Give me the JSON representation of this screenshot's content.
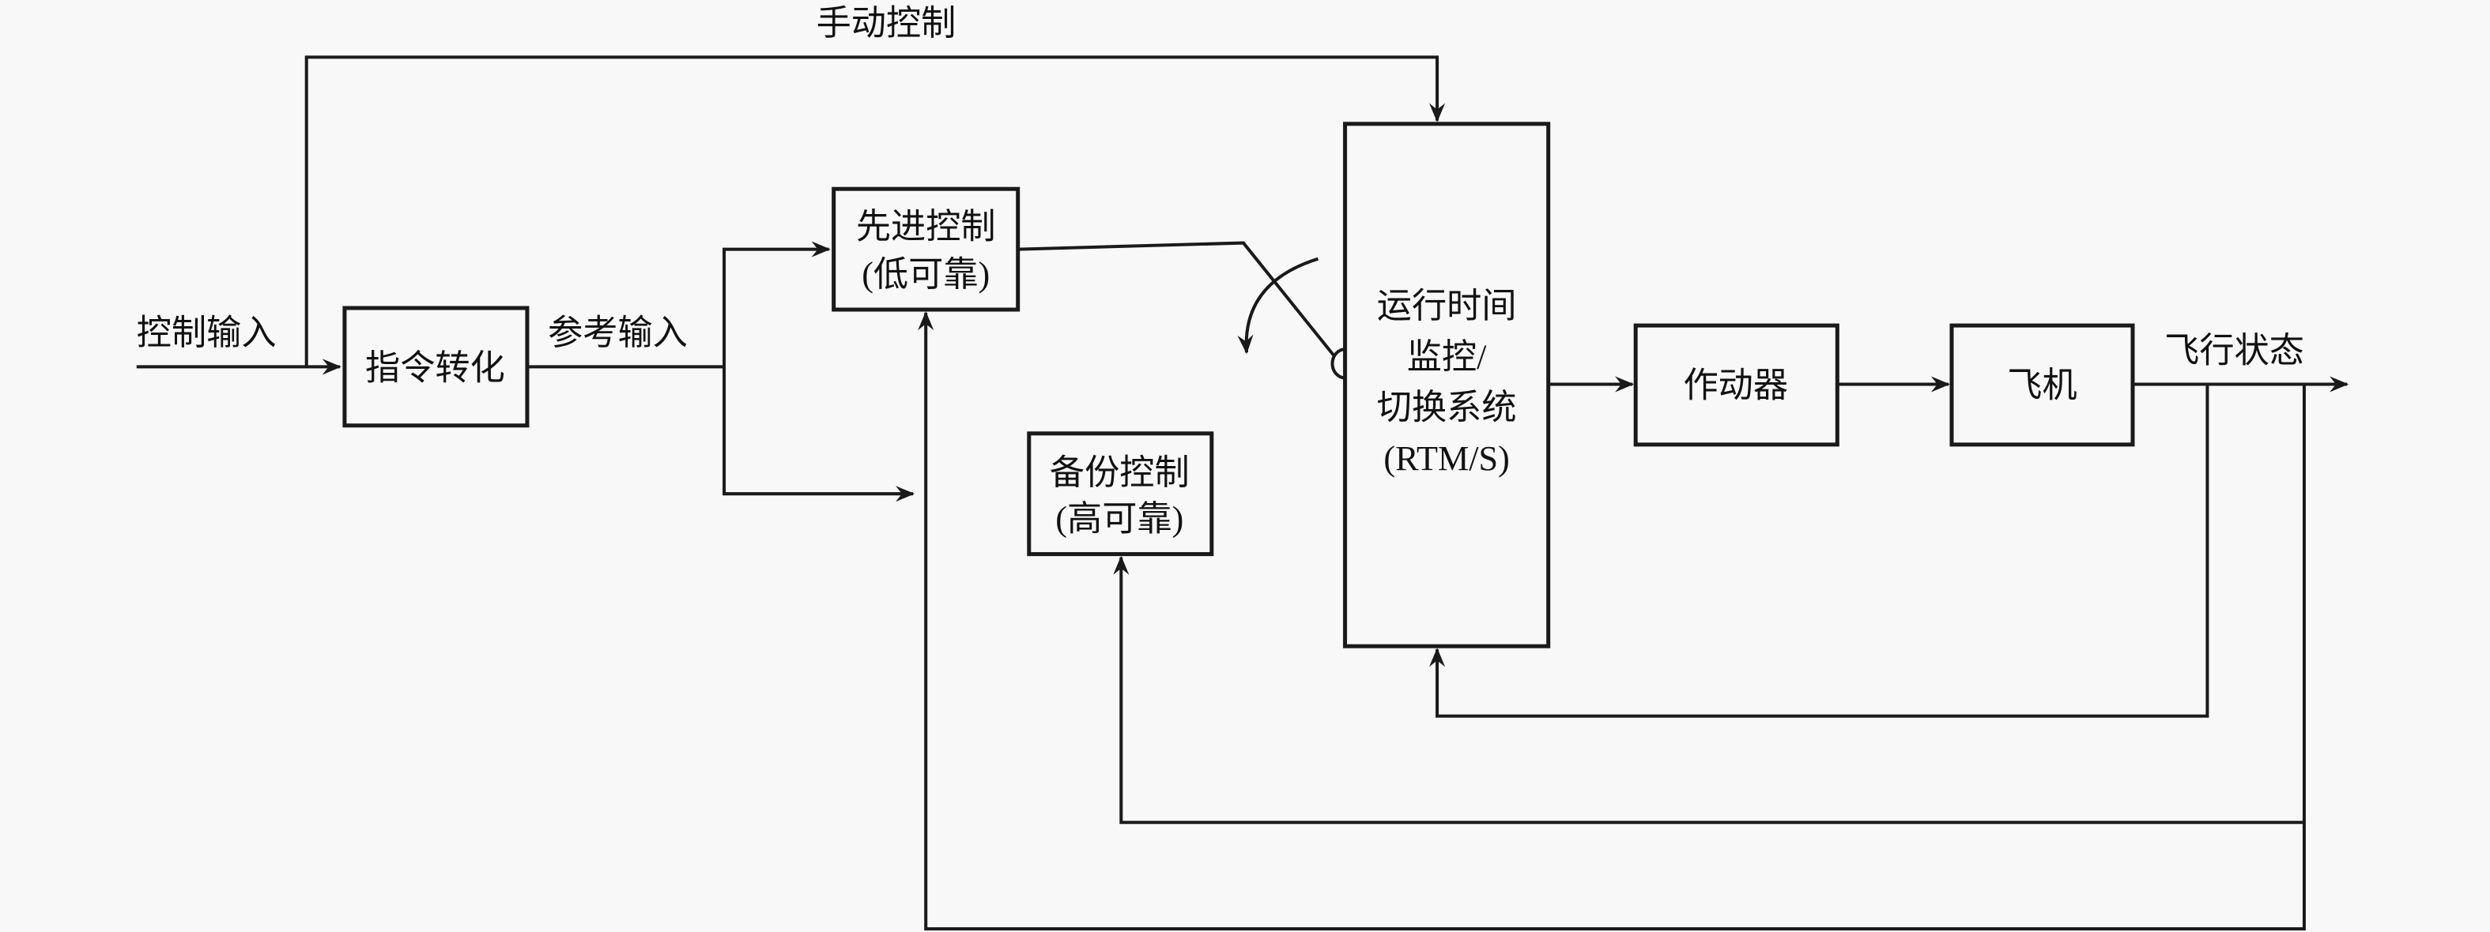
{
  "diagram": {
    "title_labels": {
      "manual_control": "手动控制",
      "control_input": "控制输入",
      "reference_input": "参考输入",
      "flight_state": "飞行状态"
    },
    "blocks": {
      "command_conversion": [
        "指令转化"
      ],
      "advanced_control": [
        "先进控制",
        "(低可靠)"
      ],
      "backup_control": [
        "备份控制",
        "(高可靠)"
      ],
      "rtm": [
        "运行时间",
        "监控/",
        "切换系统",
        "(RTM/S)"
      ],
      "actuator": [
        "作动器"
      ],
      "aircraft": [
        "飞机"
      ]
    },
    "colors": {
      "line": "#1a1a1a",
      "background": "#f8f8f8"
    }
  }
}
